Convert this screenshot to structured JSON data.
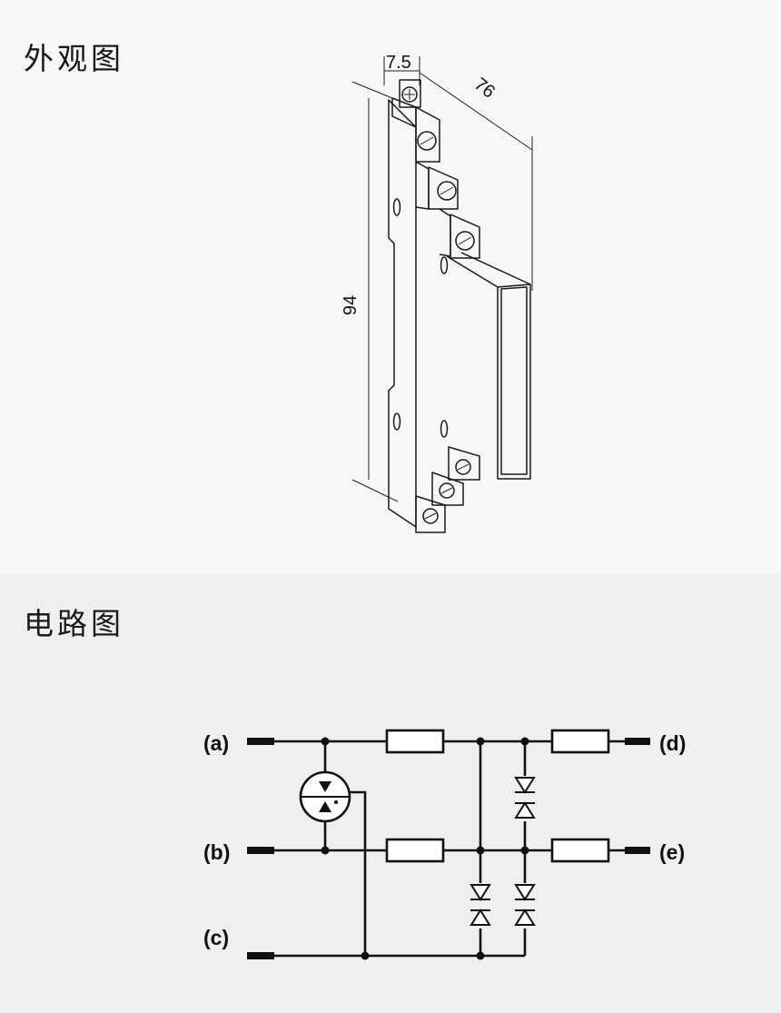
{
  "sections": {
    "appearance": {
      "title": "外观图"
    },
    "circuit": {
      "title": "电路图"
    }
  },
  "dimensions": {
    "width": "7.5",
    "depth": "76",
    "height": "94"
  },
  "terminals": {
    "a": "(a)",
    "b": "(b)",
    "c": "(c)",
    "d": "(d)",
    "e": "(e)"
  }
}
